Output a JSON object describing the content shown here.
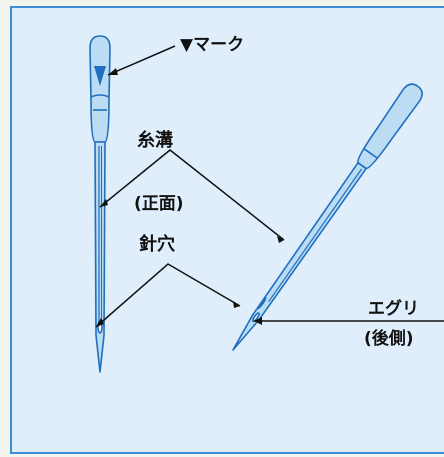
{
  "labels": {
    "mark": "▼マーク",
    "thread_groove": "糸溝",
    "front": "(正面)",
    "needle_eye": "針穴",
    "scarf": "エグリ",
    "back": "(後側)"
  },
  "colors": {
    "panel_bg": "#dfeefa",
    "panel_border": "#3a8ed2",
    "needle_fill": "#bcdcf4",
    "needle_stroke": "#1f6fbf",
    "leader": "#111111"
  }
}
